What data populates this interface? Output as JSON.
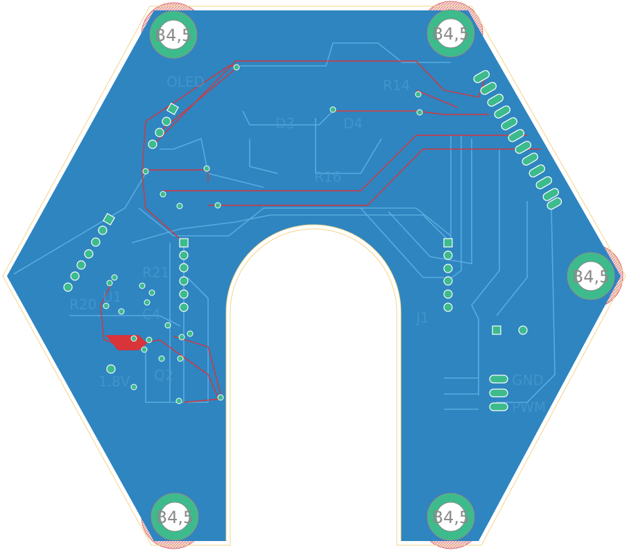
{
  "board": {
    "colors": {
      "copper_fill": "#2e85c0",
      "trace": "#5fb0e3",
      "top_trace": "#d9343a",
      "pad": "#3dbb8c",
      "outline": "#f2d48a",
      "keepout": "#e07070"
    },
    "mounting_hole_label": "B4,5",
    "silkscreen_labels": [
      "OLED",
      "D3",
      "D4",
      "R14",
      "R16",
      "R20",
      "R21",
      "C4",
      "U1",
      "1.8V",
      "Q2",
      "GND",
      "PWM",
      "J1"
    ]
  }
}
